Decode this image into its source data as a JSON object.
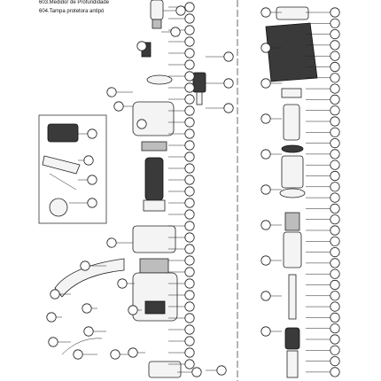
{
  "captions": [
    "603.Medidor de Profundidade",
    "604.Tampa protetora antipó"
  ],
  "callout_count": 110,
  "inset": {
    "callouts": 4
  }
}
